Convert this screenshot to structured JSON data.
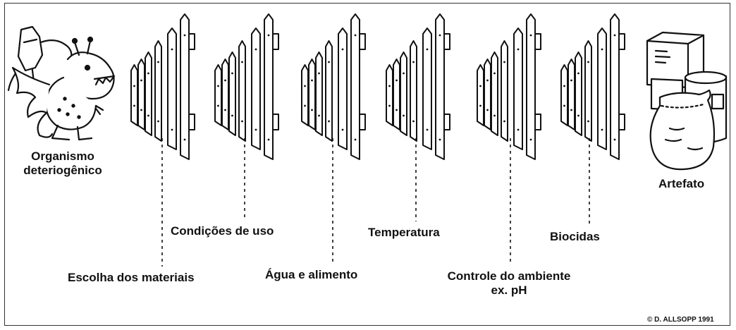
{
  "organism": {
    "line1": "Organismo",
    "line2": "deteriogênico",
    "icon": "dragon-with-axe-icon"
  },
  "artifact": {
    "label": "Artefato",
    "icon": "crates-and-sack-icon"
  },
  "barriers": [
    {
      "label": "Escolha dos materiais"
    },
    {
      "label": "Condições de uso"
    },
    {
      "label": "Água e alimento"
    },
    {
      "label": "Temperatura"
    },
    {
      "label": "Controle do ambiente",
      "label2": "ex. pH"
    },
    {
      "label": "Biocidas"
    }
  ],
  "copyright": "© D. ALLSOPP 1991"
}
